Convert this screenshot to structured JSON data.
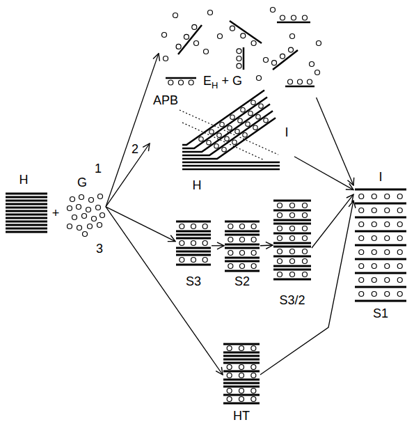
{
  "diagram": {
    "nodes": [
      {
        "text": [
          "H"
        ]
      },
      {
        "text": [
          "G"
        ]
      },
      {
        "text": [
          "E",
          "H",
          "+ G"
        ]
      },
      {
        "text": [
          "APB",
          "I",
          "H"
        ]
      },
      {
        "text": [
          "S3"
        ]
      },
      {
        "text": [
          "S2"
        ]
      },
      {
        "text": [
          "S3/2"
        ]
      },
      {
        "text": [
          "HT"
        ]
      },
      {
        "text": [
          "I",
          "S1"
        ]
      }
    ],
    "edges": [
      {
        "from": 1,
        "to": 2,
        "arrow": "to",
        "label": "1"
      },
      {
        "from": 1,
        "to": 3,
        "arrow": "to",
        "label": "2"
      },
      {
        "from": 1,
        "to": 4,
        "arrow": "to",
        "label": "3"
      },
      {
        "from": 1,
        "to": 7,
        "arrow": "to"
      },
      {
        "from": 4,
        "to": 5,
        "arrow": "to"
      },
      {
        "from": 5,
        "to": 6,
        "arrow": "to"
      },
      {
        "from": 2,
        "to": 8,
        "arrow": "to"
      },
      {
        "from": 3,
        "to": 8,
        "arrow": "to"
      },
      {
        "from": 6,
        "to": 8,
        "arrow": "to"
      },
      {
        "from": 7,
        "to": 8,
        "arrow": "to"
      }
    ],
    "labels": [
      "+"
    ]
  }
}
